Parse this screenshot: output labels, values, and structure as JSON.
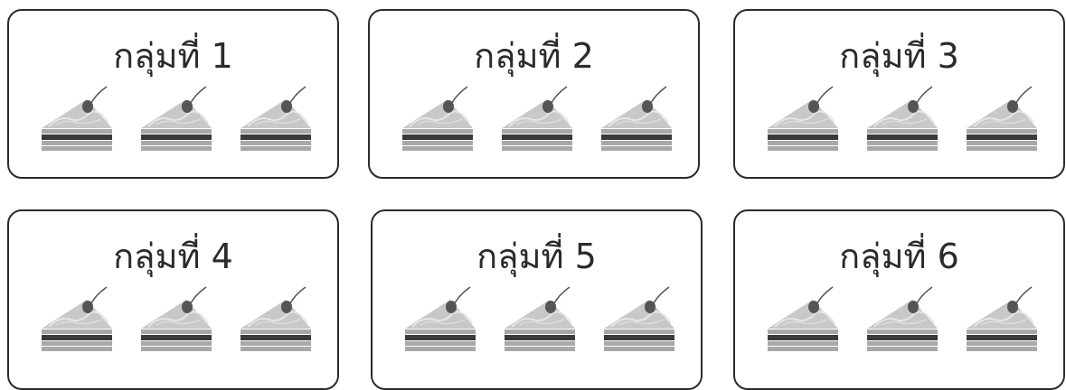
{
  "groups": [
    {
      "label": "กลุ่มที่ 1",
      "cakes": 3
    },
    {
      "label": "กลุ่มที่ 2",
      "cakes": 3
    },
    {
      "label": "กลุ่มที่ 3",
      "cakes": 3
    },
    {
      "label": "กลุ่มที่ 4",
      "cakes": 3
    },
    {
      "label": "กลุ่มที่ 5",
      "cakes": 3
    },
    {
      "label": "กลุ่มที่ 6",
      "cakes": 3
    }
  ],
  "colors": {
    "border": "#2b2b2b",
    "cake_top": "#c8c8c8",
    "cake_dark_layer": "#3a3a3a",
    "cake_light_layer": "#a8a8a8",
    "cherry": "#555555"
  },
  "icons": [
    "cake-slice-icon"
  ]
}
